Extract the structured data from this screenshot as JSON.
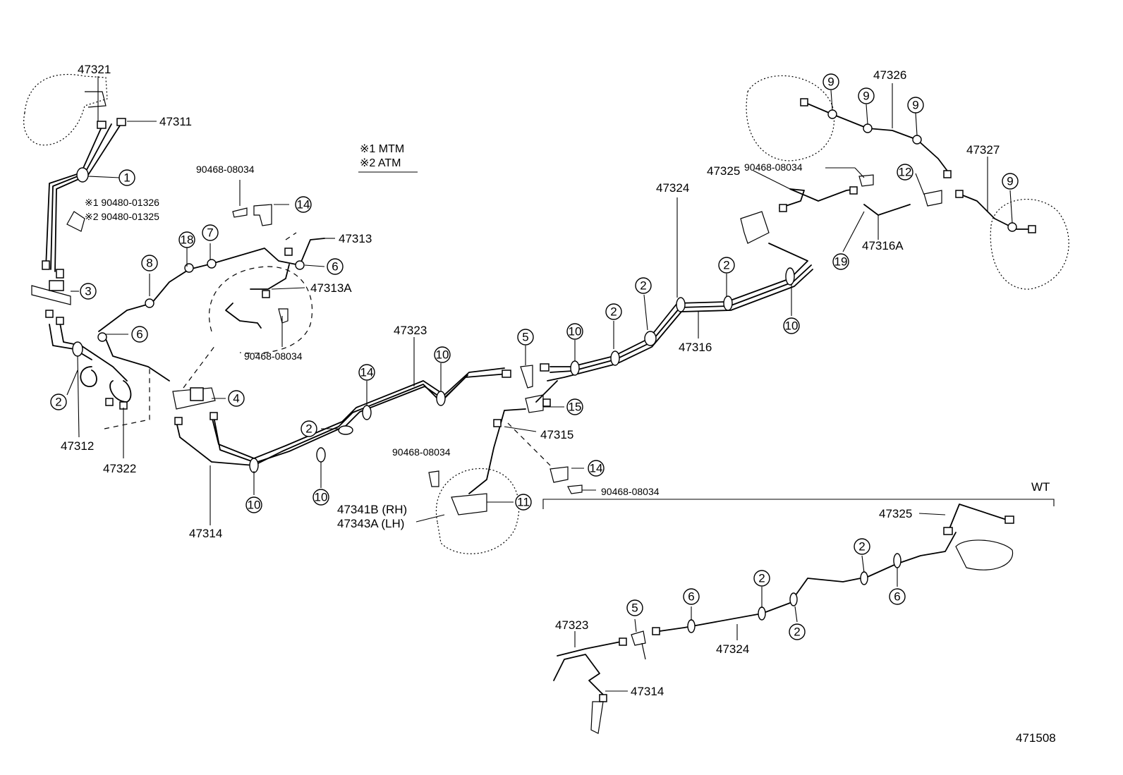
{
  "legend": {
    "line1": "※1  MTM",
    "line2": "※2  ATM"
  },
  "labels": {
    "p47321": "47321",
    "p47311": "47311",
    "note_mtm": "※1 90480-01326",
    "note_atm": "※2 90480-01325",
    "clip_a": "90468-08034",
    "clip_b": "90468-08034",
    "clip_c": "90468-08034",
    "clip_d": "90468-08034",
    "clip_e": "90468-08034",
    "p47313": "47313",
    "p47313a": "47313A",
    "p47312": "47312",
    "p47322": "47322",
    "p47314": "47314",
    "p47323": "47323",
    "p47315": "47315",
    "p47341b": "47341B (RH)",
    "p47343a": "47343A (LH)",
    "p47324": "47324",
    "p47316": "47316",
    "p47325": "47325",
    "p47326": "47326",
    "p47327": "47327",
    "p47316a": "47316A",
    "wt": "WT",
    "wt_47325": "47325",
    "wt_47323": "47323",
    "wt_47324": "47324",
    "wt_47314": "47314",
    "figure_no": "471508"
  },
  "callouts": {
    "c1": "1",
    "c2": "2",
    "c3": "3",
    "c4": "4",
    "c5": "5",
    "c6": "6",
    "c7": "7",
    "c8": "8",
    "c9": "9",
    "c10": "10",
    "c11": "11",
    "c12": "12",
    "c14": "14",
    "c15": "15",
    "c18": "18",
    "c19": "19"
  }
}
